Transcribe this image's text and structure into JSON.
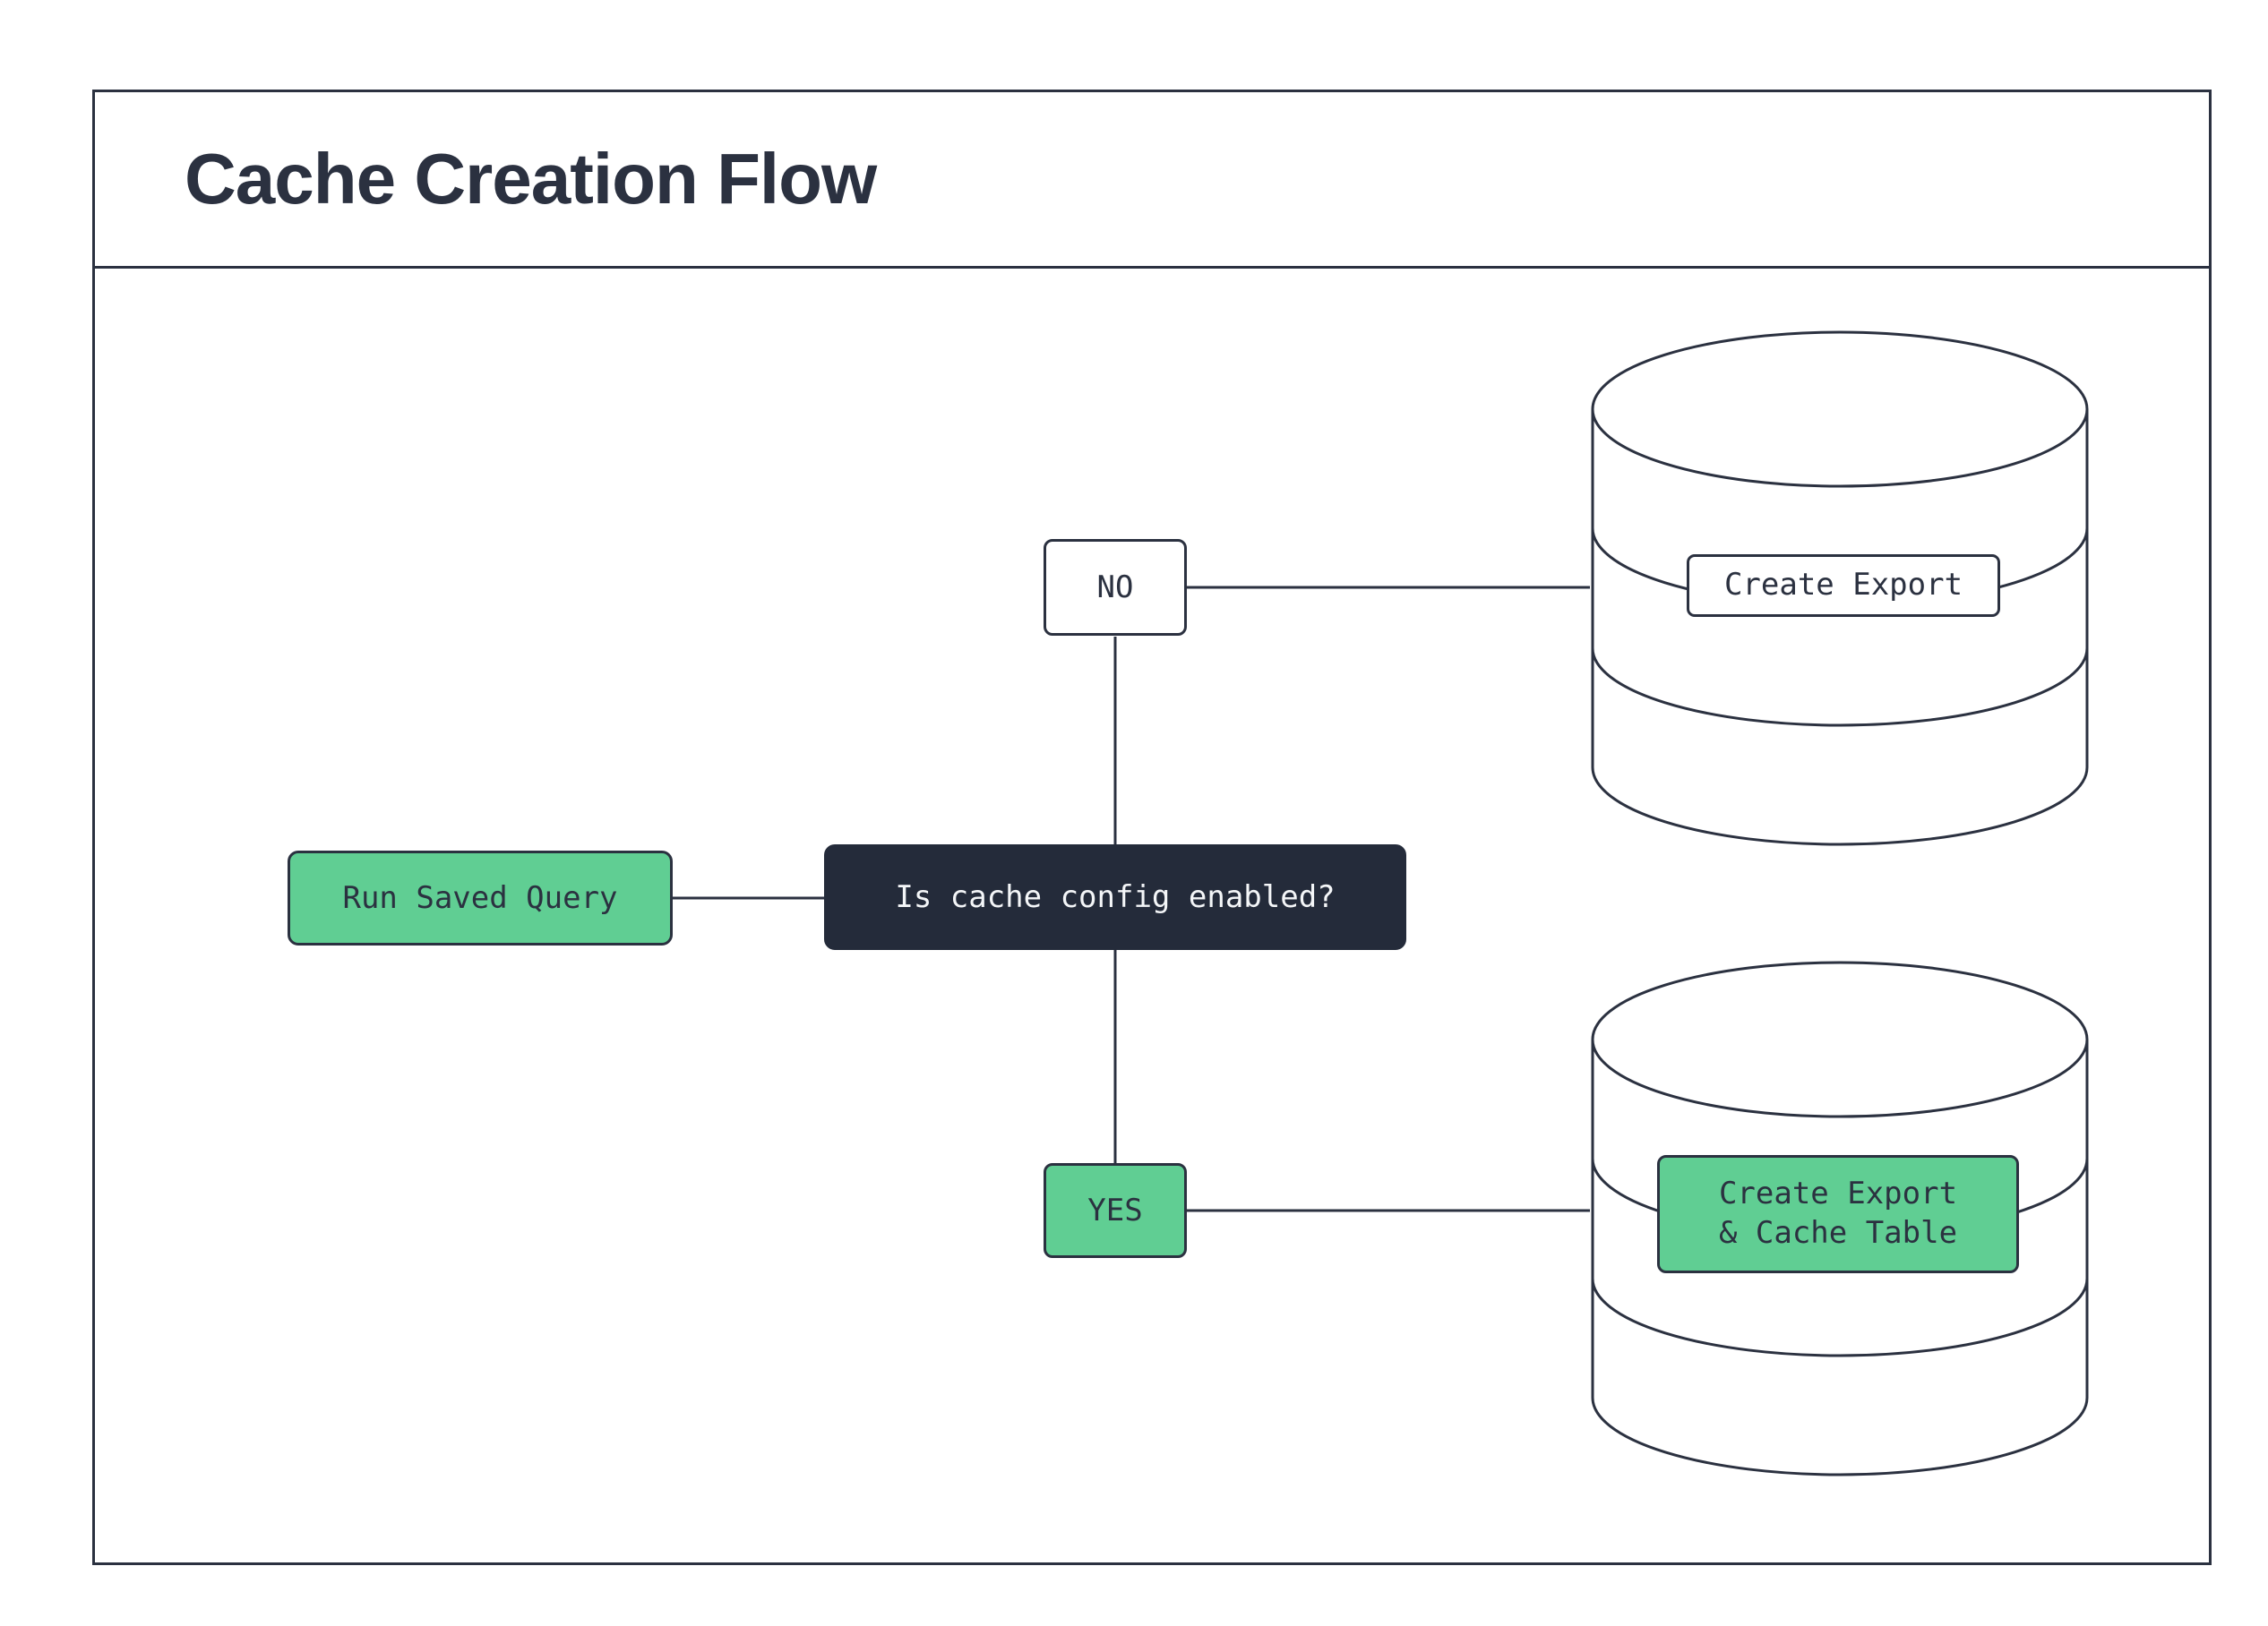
{
  "title": "Cache Creation Flow",
  "flow": {
    "start": {
      "label": "Run Saved Query"
    },
    "decision": {
      "label": "Is cache config enabled?"
    },
    "branch_no": {
      "label": "NO"
    },
    "branch_yes": {
      "label": "YES"
    },
    "export_node": {
      "label": "Create Export",
      "icon": "database-icon"
    },
    "export_cache_node": {
      "label_line1": "Create Export",
      "label_line2": "& Cache Table",
      "icon": "database-icon"
    }
  },
  "colors": {
    "ink": "#2b3140",
    "node_dark_bg": "#242b3a",
    "node_green_bg": "#60ce93",
    "node_light_bg": "#ffffff",
    "background": "#ffffff"
  }
}
